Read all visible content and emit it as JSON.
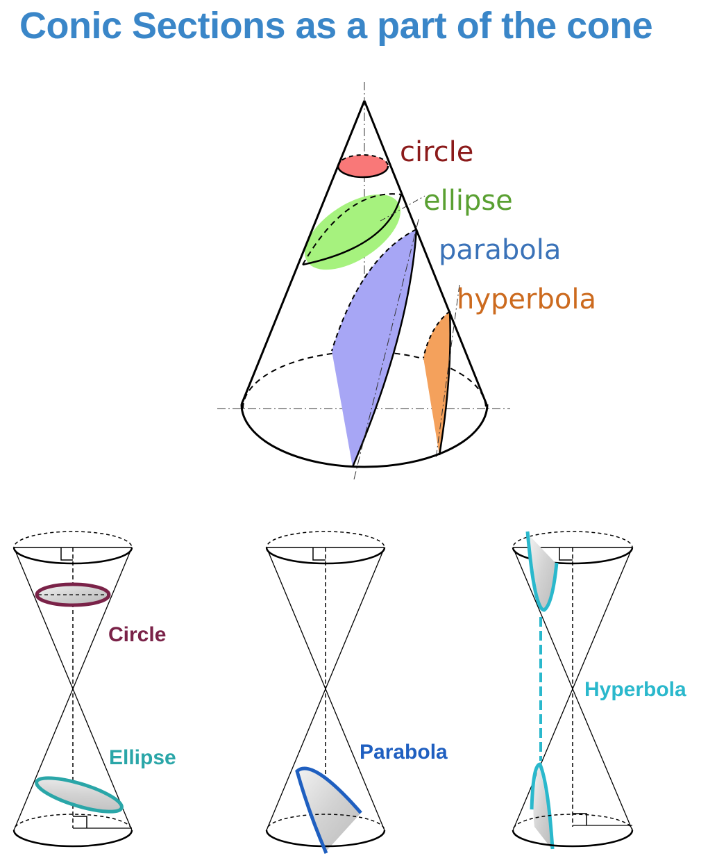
{
  "title": "Conic Sections as a part of the cone",
  "main_cone": {
    "labels": {
      "circle": "circle",
      "ellipse": "ellipse",
      "parabola": "parabola",
      "hyperbola": "hyperbola"
    },
    "colors": {
      "circle_fill": "#f97878",
      "circle_text": "#8b1a1a",
      "ellipse_fill": "#a6f27e",
      "ellipse_text": "#5aa032",
      "parabola_fill": "#a7a6f5",
      "parabola_text": "#3a72b8",
      "hyperbola_fill": "#f4a15c",
      "hyperbola_text": "#cc6a1e"
    }
  },
  "double_cones": {
    "circle_label": "Circle",
    "ellipse_label": "Ellipse",
    "parabola_label": "Parabola",
    "hyperbola_label": "Hyperbola",
    "colors": {
      "circle": "#7a2248",
      "ellipse": "#2aa6a8",
      "parabola": "#1f5fc0",
      "hyperbola": "#2ab8cc",
      "shade": "#d4d4d4"
    }
  }
}
